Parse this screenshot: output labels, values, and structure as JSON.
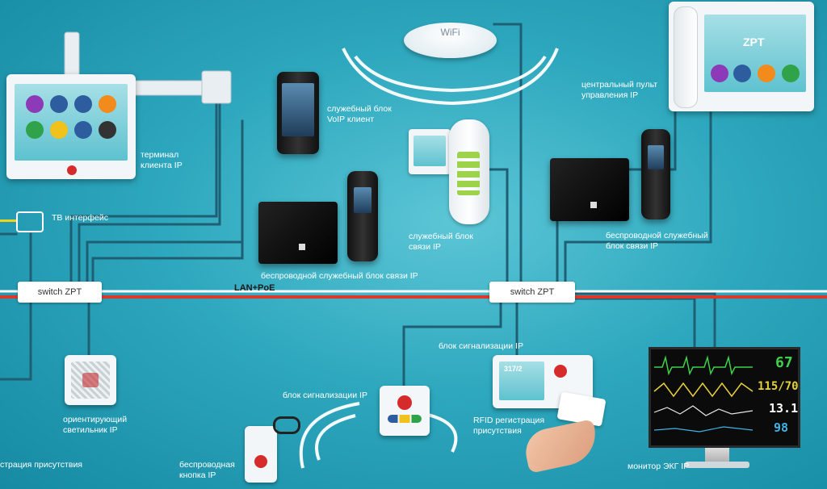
{
  "wifi": {
    "label": "WiFi"
  },
  "switches": {
    "left": "switch ZPT",
    "right": "switch ZPT"
  },
  "lan_label": "LAN+PoE",
  "devices": {
    "client_terminal": "терминал\nклиента IP",
    "tv_interface": "ТВ интерфейс",
    "voip_client": "служебный блок\nVoIP клиент",
    "service_comm_unit": "служебный блок\nсвязи IP",
    "wireless_service_unit_left": "беспроводной служебный блок связи IP",
    "central_console": "центральный пульт\nуправления IP",
    "wireless_service_unit_right": "беспроводной служебный\nблок связи IP",
    "orienting_light": "ориентирующий\nсветильник IP",
    "signal_unit_left": "блок сигнализации IP",
    "signal_unit_right": "блок сигнализации IP",
    "rfid": "RFID регистрация\nприсутствия",
    "ecg_monitor": "монитор ЭКГ IP",
    "wireless_button": "беспроводная\nкнопка IP",
    "presence_registration": "страция присутствия"
  },
  "screens": {
    "room_code": "317/2",
    "brand": "ZPT"
  },
  "ecg_values": {
    "hr": "67",
    "bp": "115/70",
    "resp": "13.1",
    "spo2": "98"
  },
  "colors": {
    "wire": "#1f5f73",
    "lan_red": "#d93a2b",
    "lan_white": "#ffffff",
    "accent": "#2fa7bd"
  }
}
